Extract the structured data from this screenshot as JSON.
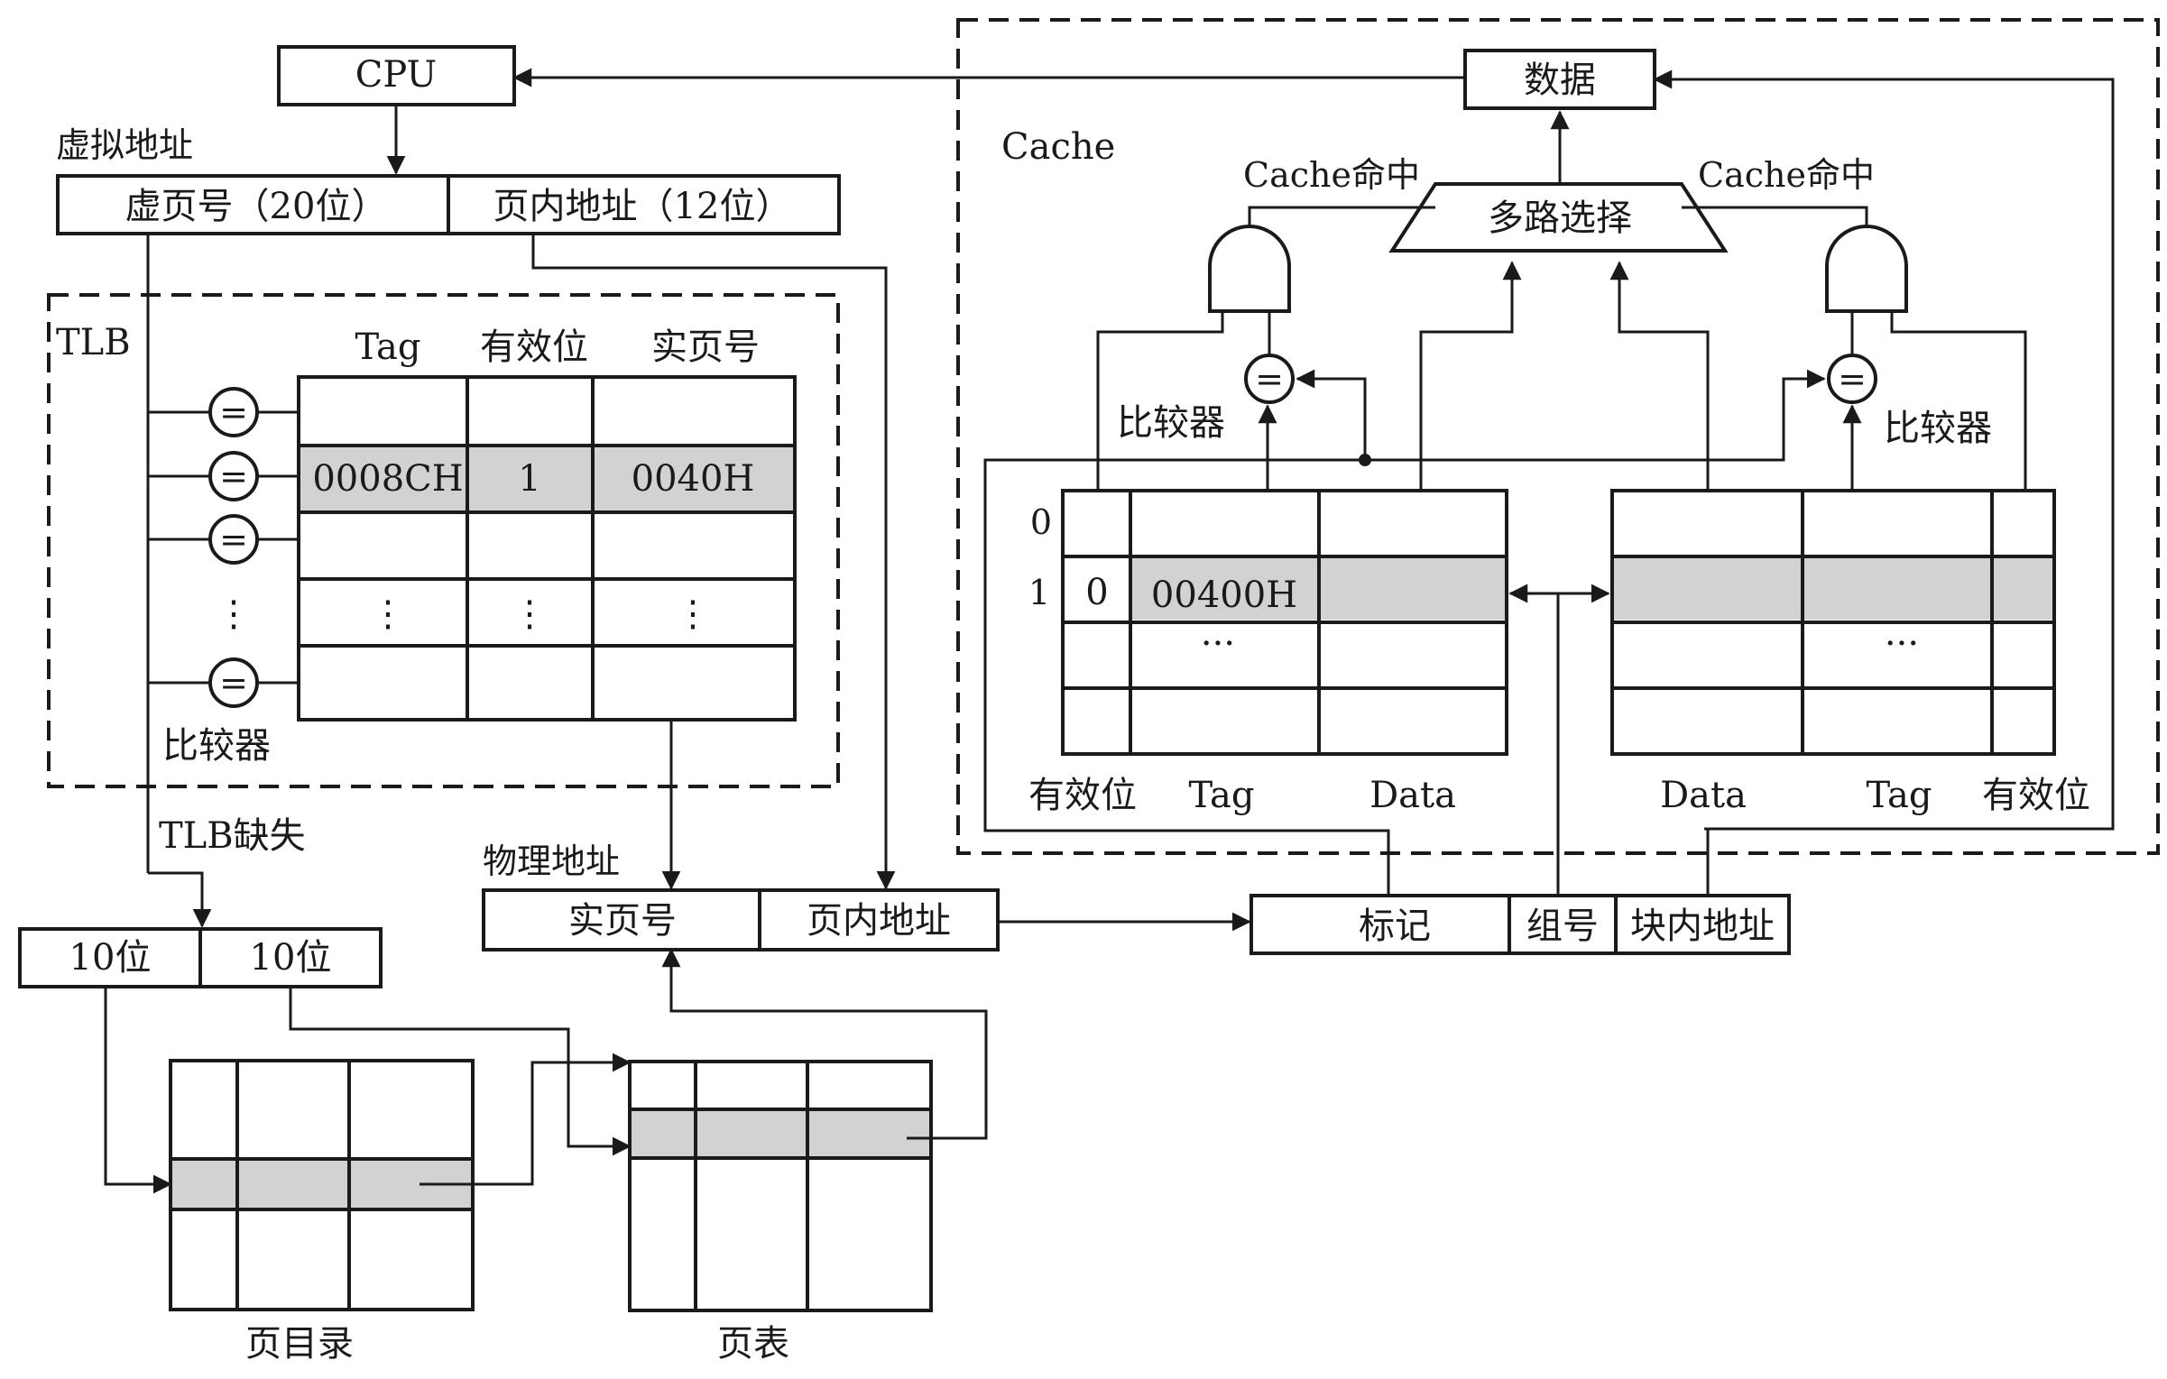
{
  "cpu": {
    "label": "CPU"
  },
  "virtual_address": {
    "title": "虚拟地址",
    "fields": [
      "虚页号（20位）",
      "页内地址（12位）"
    ]
  },
  "tlb": {
    "title": "TLB",
    "columns": [
      "Tag",
      "有效位",
      "实页号"
    ],
    "highlighted_row": [
      "0008CH",
      "1",
      "0040H"
    ],
    "ellipsis": "⋮",
    "comparator_symbol": "=",
    "comparator_label": "比较器",
    "miss_label": "TLB缺失"
  },
  "two_level": {
    "fields": [
      "10位",
      "10位"
    ],
    "page_directory_label": "页目录",
    "page_table_label": "页表"
  },
  "physical_address": {
    "title": "物理地址",
    "fields": [
      "实页号",
      "页内地址"
    ]
  },
  "cache_address": {
    "fields": [
      "标记",
      "组号",
      "块内地址"
    ]
  },
  "cache": {
    "title": "Cache",
    "data_label": "数据",
    "mux_label": "多路选择",
    "hit_label": "Cache命中",
    "comparator_symbol": "=",
    "comparator_label": "比较器",
    "row_numbers": [
      "0",
      "1"
    ],
    "left_way": {
      "columns": [
        "有效位",
        "Tag",
        "Data"
      ],
      "row1_valid": "0",
      "row1_tag": "00400H",
      "ellipsis": "···"
    },
    "right_way": {
      "columns": [
        "Data",
        "Tag",
        "有效位"
      ],
      "ellipsis": "···"
    }
  }
}
